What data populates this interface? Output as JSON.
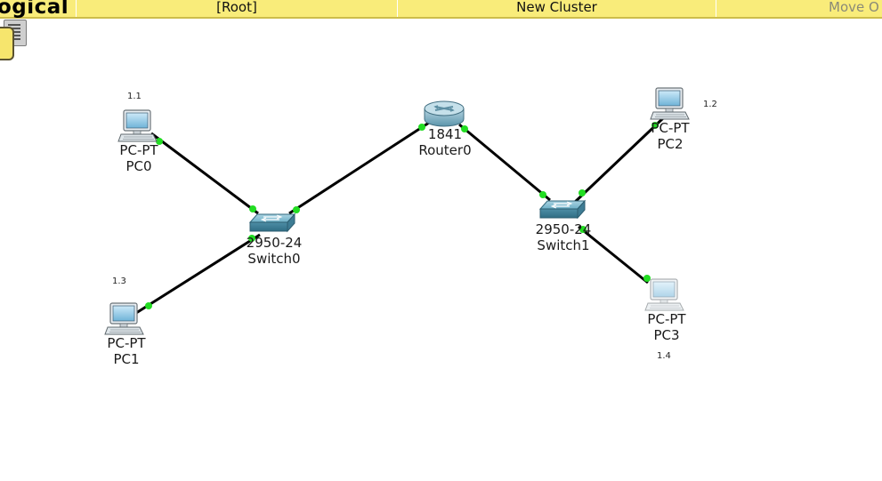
{
  "header": {
    "mode_title": "ogical",
    "root_label": "[Root]",
    "cluster_label": "New Cluster",
    "move_label": "Move O"
  },
  "devices": {
    "pc0": {
      "model": "PC-PT",
      "name": "PC0",
      "ip": "1.1"
    },
    "pc1": {
      "model": "PC-PT",
      "name": "PC1",
      "ip": "1.3"
    },
    "pc2": {
      "model": "PC-PT",
      "name": "PC2",
      "ip": "1.2"
    },
    "pc3": {
      "model": "PC-PT",
      "name": "PC3",
      "ip": "1.4"
    },
    "switch0": {
      "model": "2950-24",
      "name": "Switch0"
    },
    "switch1": {
      "model": "2950-24",
      "name": "Switch1"
    },
    "router0": {
      "model": "1841",
      "name": "Router0"
    }
  },
  "links": [
    {
      "from": "PC0",
      "to": "Switch0"
    },
    {
      "from": "PC1",
      "to": "Switch0"
    },
    {
      "from": "Switch0",
      "to": "Router0"
    },
    {
      "from": "Router0",
      "to": "Switch1"
    },
    {
      "from": "Switch1",
      "to": "PC2"
    },
    {
      "from": "Switch1",
      "to": "PC3"
    }
  ],
  "colors": {
    "toolbar_bg": "#f9ec7a",
    "link_line": "#000000",
    "link_up_indicator": "#22dd22",
    "switch_body": "#5b9fb5",
    "router_body": "#7fb0c4"
  }
}
